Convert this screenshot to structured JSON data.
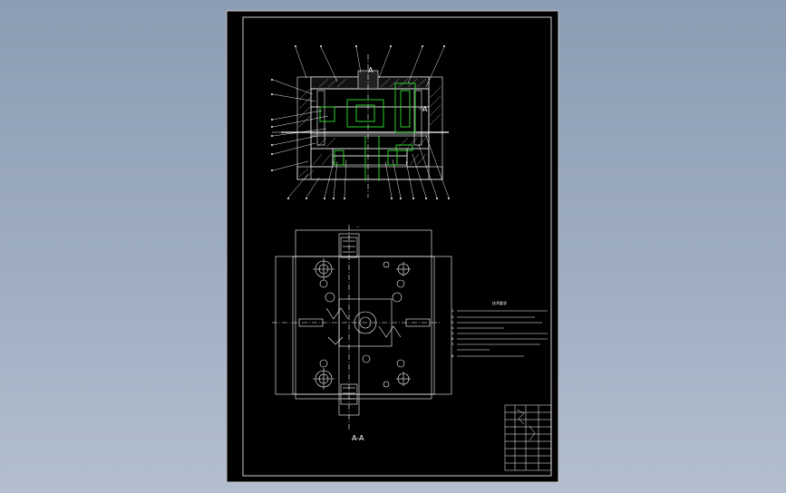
{
  "drawing": {
    "colors": {
      "background": "#8c9db3",
      "sheet": "#000000",
      "lines": "#ffffff",
      "highlight": "#2ee62e"
    },
    "section_marker": "A",
    "section_label": "A-A",
    "notes_title": "技术要求",
    "notes": [
      "1.",
      "2.",
      "3.",
      "4.",
      "5.",
      "6.",
      "7.",
      "8."
    ]
  }
}
